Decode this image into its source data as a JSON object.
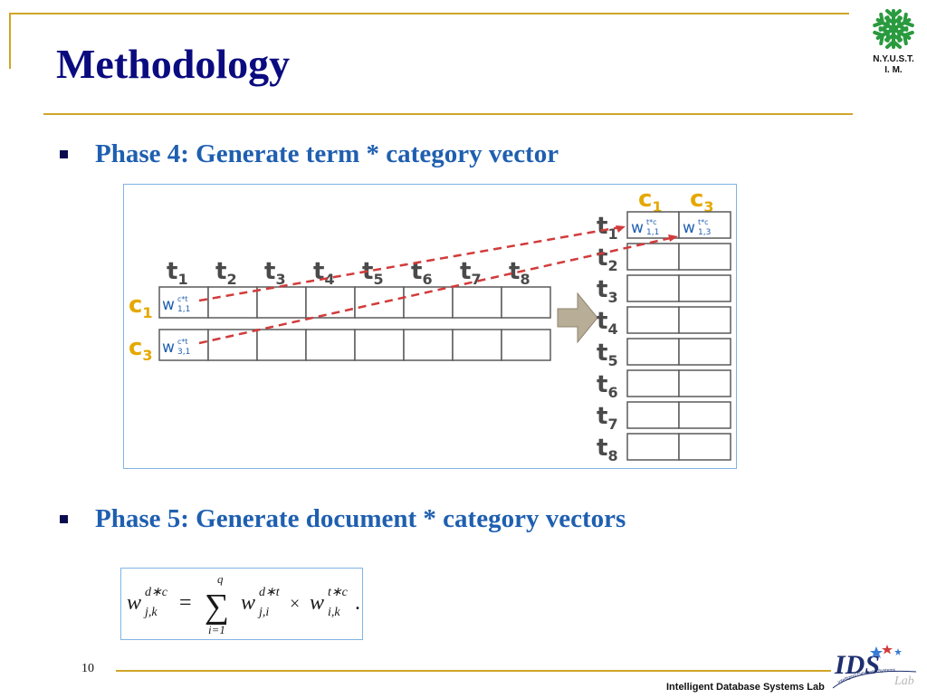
{
  "slide": {
    "title": "Methodology",
    "page_number": "10",
    "footer_lab": "Intelligent Database Systems Lab"
  },
  "institution": {
    "line1": "N.Y.U.S.T.",
    "line2": "I. M.",
    "logo_color": "#2a9a3e"
  },
  "bullets": [
    {
      "text": "Phase 4: Generate term * category vector"
    },
    {
      "text": "Phase 5: Generate document * category vectors"
    }
  ],
  "diagram": {
    "term_letter": "t",
    "category_letter": "c",
    "terms": [
      "1",
      "2",
      "3",
      "4",
      "5",
      "6",
      "7",
      "8"
    ],
    "left_rows": [
      {
        "cat": "1",
        "weight_sub": "1,1",
        "weight_sup": "c*t"
      },
      {
        "cat": "3",
        "weight_sub": "3,1",
        "weight_sup": "c*t"
      }
    ],
    "right_cols": [
      {
        "cat": "1",
        "weight_sub": "1,1",
        "weight_sup": "t*c"
      },
      {
        "cat": "3",
        "weight_sub": "1,3",
        "weight_sup": "t*c"
      }
    ],
    "weight_letter": "w",
    "label_color": "#4a4a4a",
    "cat_color": "#e5a800",
    "weight_color": "#1f5fb0",
    "dash_color": "#d23b3b"
  },
  "formula": {
    "w": "w",
    "lhs_sup": "d∗c",
    "lhs_sub": "j,k",
    "eq": "=",
    "sigma": "∑",
    "upper": "q",
    "lower": "i=1",
    "t1_sup": "d∗t",
    "t1_sub": "j,i",
    "times": "×",
    "t2_sup": "t∗c",
    "t2_sub": "i,k",
    "end": "."
  },
  "lab_logo": {
    "letters": "IDS",
    "script": "Lab",
    "arc_text": "Intelligent Database Systems",
    "color": "#1d2f6e"
  }
}
